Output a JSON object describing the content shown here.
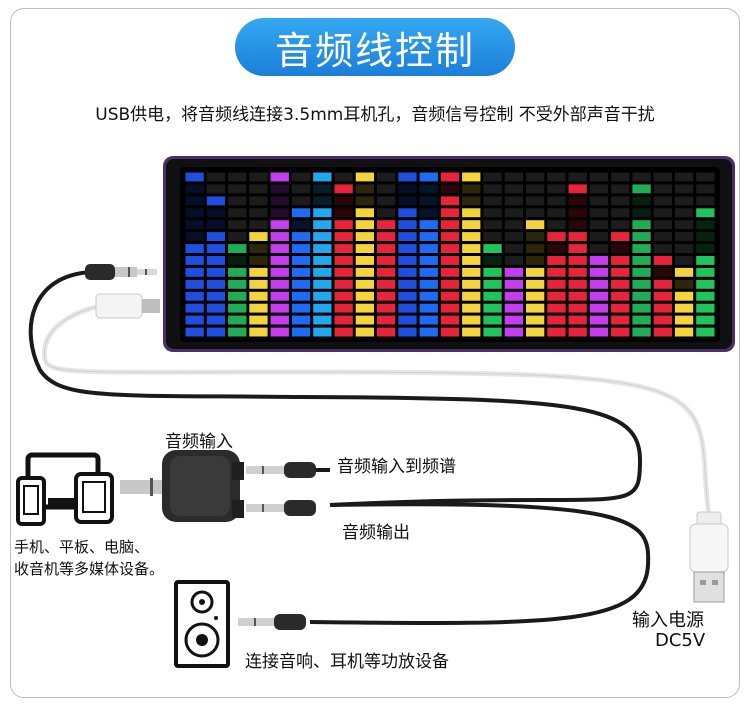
{
  "title": "音频线控制",
  "subtitle": "USB供电，将音频线连接3.5mm耳机孔，音频信号控制 不受外部声音干扰",
  "labels": {
    "audio_in": "音频输入",
    "audio_in_to_spectrum": "音频输入到频谱",
    "audio_out": "音频输出",
    "devices_line1": "手机、平板、电脑、",
    "devices_line2": "收音机等多媒体设备。",
    "speaker_connect": "连接音响、耳机等功放设备",
    "power_in": "输入电源",
    "power_spec": "DC5V"
  },
  "colors": {
    "title_bg": "#2392e4",
    "device_frame": "#5a3a78",
    "screen_bg": "#000000",
    "cable_black": "#1a1a1a",
    "cable_white": "#f2f2f2"
  },
  "spectrum": {
    "rows": 14,
    "columns": [
      {
        "level": 0.55,
        "color": "#1f4fe0",
        "peak": 1.0
      },
      {
        "level": 0.62,
        "color": "#1f4fe0",
        "peak": 0.86
      },
      {
        "level": 0.45,
        "color": "#1fae55",
        "peak": 0.55
      },
      {
        "level": 0.45,
        "color": "#f4d43c",
        "peak": 0.62
      },
      {
        "level": 0.7,
        "color": "#c63cf0",
        "peak": 1.0
      },
      {
        "level": 0.62,
        "color": "#1e6cf5",
        "peak": 0.78
      },
      {
        "level": 0.8,
        "color": "#21a8ef",
        "peak": 1.0
      },
      {
        "level": 0.72,
        "color": "#e8243a",
        "peak": 0.93
      },
      {
        "level": 0.8,
        "color": "#f4d43c",
        "peak": 1.0
      },
      {
        "level": 0.68,
        "color": "#e8243a",
        "peak": 0.72
      },
      {
        "level": 0.8,
        "color": "#1f4fe0",
        "peak": 1.0
      },
      {
        "level": 0.72,
        "color": "#1e6cf5",
        "peak": 1.0
      },
      {
        "level": 0.88,
        "color": "#e8243a",
        "peak": 1.0
      },
      {
        "level": 0.8,
        "color": "#f4d43c",
        "peak": 1.0
      },
      {
        "level": 0.42,
        "color": "#1fc45a",
        "peak": 0.55
      },
      {
        "level": 0.35,
        "color": "#c63cf0",
        "peak": 0.42
      },
      {
        "level": 0.42,
        "color": "#f4d43c",
        "peak": 0.72
      },
      {
        "level": 0.5,
        "color": "#e8243a",
        "peak": 0.62
      },
      {
        "level": 0.62,
        "color": "#e8243a",
        "peak": 0.93
      },
      {
        "level": 0.45,
        "color": "#c63cf0",
        "peak": 0.48
      },
      {
        "level": 0.5,
        "color": "#e8243a",
        "peak": 0.62
      },
      {
        "level": 0.72,
        "color": "#1fae55",
        "peak": 0.93
      },
      {
        "level": 0.35,
        "color": "#e8243a",
        "peak": 0.48
      },
      {
        "level": 0.3,
        "color": "#f4d43c",
        "peak": 0.4
      },
      {
        "level": 0.5,
        "color": "#1fc45a",
        "peak": 0.8
      }
    ]
  }
}
